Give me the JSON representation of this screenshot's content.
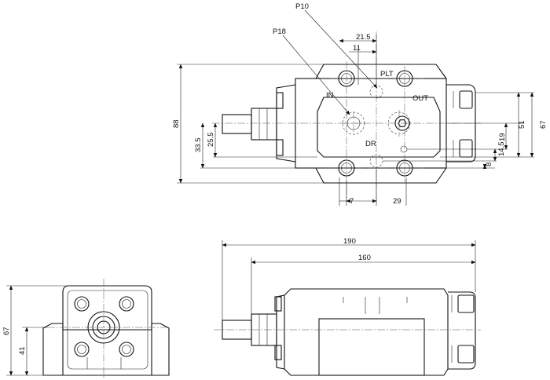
{
  "drawing": {
    "top_view": {
      "ports": {
        "plt": "PLT",
        "in": "IN",
        "out": "OUT",
        "dr": "DR"
      },
      "leaders": {
        "p10": "P10",
        "p18": "P18"
      },
      "dims": {
        "d21_5": "21.5",
        "d11": "11",
        "d88": "88",
        "d33_5": "33.5",
        "d25_5": "25.5",
        "d51": "51",
        "d67": "67",
        "d19": "19",
        "d14_5": "14.5",
        "d8": "8",
        "d7": "7",
        "d29": "29"
      }
    },
    "end_view": {
      "dims": {
        "d67": "67",
        "d41": "41"
      }
    },
    "side_view": {
      "dims": {
        "d190": "190",
        "d160": "160"
      }
    }
  }
}
